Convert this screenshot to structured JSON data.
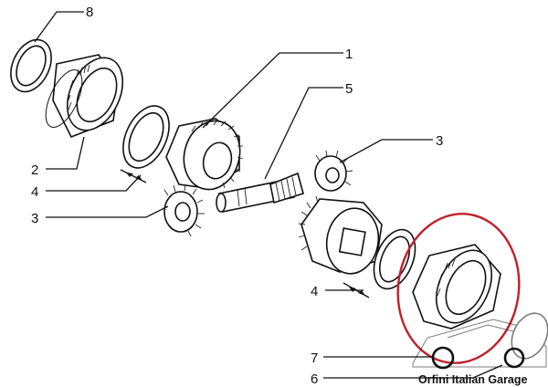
{
  "diagram": {
    "callouts": [
      {
        "id": "c8",
        "label": "8"
      },
      {
        "id": "c1",
        "label": "1"
      },
      {
        "id": "c5",
        "label": "5"
      },
      {
        "id": "c3a",
        "label": "3"
      },
      {
        "id": "c2",
        "label": "2"
      },
      {
        "id": "c4a",
        "label": "4"
      },
      {
        "id": "c3b",
        "label": "3"
      },
      {
        "id": "c4b",
        "label": "4"
      },
      {
        "id": "c7",
        "label": "7"
      },
      {
        "id": "c6",
        "label": "6"
      }
    ],
    "watermark": "Orfini Italian Garage",
    "highlight_color": "#c0202a",
    "line_color": "#111111"
  }
}
